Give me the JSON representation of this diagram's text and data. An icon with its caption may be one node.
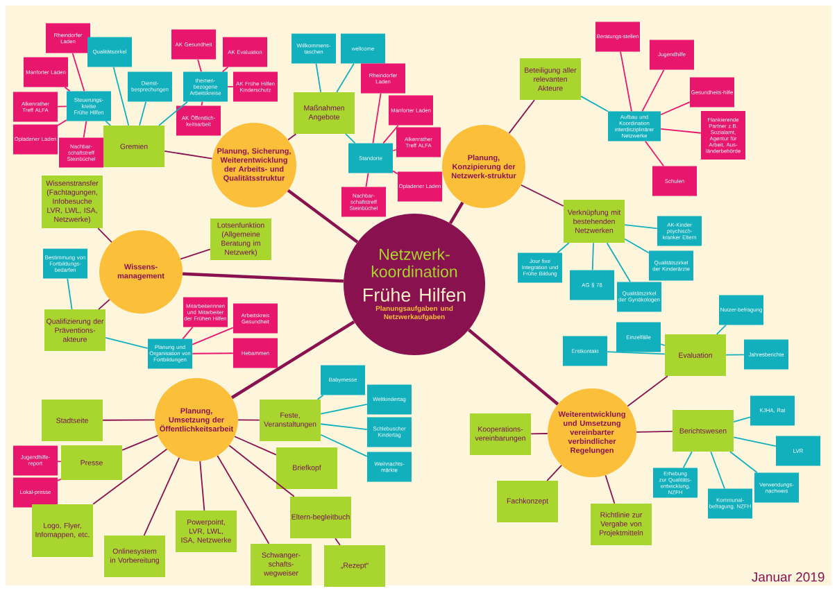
{
  "diagram": {
    "nodes": [
      {
        "text": [
          "Netzwerk-koordination",
          "Frühe Hilfen",
          "Planungsaufgaben und Netzwerkaufgaben"
        ]
      },
      {
        "text": [
          "Planung, Sicherung, Weiterentwicklung der Arbeits- und Qualitätsstruktur"
        ]
      },
      {
        "text": [
          "Gremien"
        ]
      },
      {
        "text": [
          "Steuerungs-kreise Frühe Hilfen"
        ]
      },
      {
        "text": [
          "Rheindorfer Laden"
        ]
      },
      {
        "text": [
          "Manforter Laden"
        ]
      },
      {
        "text": [
          "Alkenrather Treff ALFA"
        ]
      },
      {
        "text": [
          "Opladener Laden"
        ]
      },
      {
        "text": [
          "Nachbar-schaftstreff Steinbüchel"
        ]
      },
      {
        "text": [
          "Qualitätszirkel"
        ]
      },
      {
        "text": [
          "Dienst-besprechungen"
        ]
      },
      {
        "text": [
          "themen-bezogene Arbeitskreise"
        ]
      },
      {
        "text": [
          "AK Gesundheit"
        ]
      },
      {
        "text": [
          "AK Evaluation"
        ]
      },
      {
        "text": [
          "AK Frühe Hilfen Kinderschutz"
        ]
      },
      {
        "text": [
          "AK Öffentlich-keitsarbeit"
        ]
      },
      {
        "text": [
          "Maßnahmen Angebote"
        ]
      },
      {
        "text": [
          "Willkommens-taschen"
        ]
      },
      {
        "text": [
          "wellcome"
        ]
      },
      {
        "text": [
          "Standorte"
        ]
      },
      {
        "text": [
          "Rheindorfer Laden"
        ]
      },
      {
        "text": [
          "Manforter Laden"
        ]
      },
      {
        "text": [
          "Alkenrather Treff ALFA"
        ]
      },
      {
        "text": [
          "Opladener Laden"
        ]
      },
      {
        "text": [
          "Nachbar-schaftstreff Steinbüchel"
        ]
      },
      {
        "text": [
          "Planung, Konzipierung der Netzwerk-struktur"
        ]
      },
      {
        "text": [
          "Beteiligung aller relevanten Akteure"
        ]
      },
      {
        "text": [
          "Aufbau und Koordination interdisziplinärer Netzwerke"
        ]
      },
      {
        "text": [
          "Beratungs-stellen"
        ]
      },
      {
        "text": [
          "Jugendhilfe"
        ]
      },
      {
        "text": [
          "Gesundheits-hilfe"
        ]
      },
      {
        "text": [
          "Flankierende Partner z.B. Sozialamt, Agentur für Arbeit, Aus-länderbehörde"
        ]
      },
      {
        "text": [
          "Schulen"
        ]
      },
      {
        "text": [
          "Verknüpfung mit bestehenden Netzwerken"
        ]
      },
      {
        "text": [
          "AK-Kinder psychisch-kranker Eltern"
        ]
      },
      {
        "text": [
          "Qualitätszirkel der Kinderärzte"
        ]
      },
      {
        "text": [
          "Qualitätszirkel der Gynäkologen"
        ]
      },
      {
        "text": [
          "AG § 78"
        ]
      },
      {
        "text": [
          "Jour fixe Integration und Frühe Bildung"
        ]
      },
      {
        "text": [
          "Wissens-management"
        ]
      },
      {
        "text": [
          "Wissenstransfer (Fachtagungen, Infobesuche LVR, LWL, ISA, Netzwerke)"
        ]
      },
      {
        "text": [
          "Lotsenfunktion (Allgemeine Beratung im Netzwerk)"
        ]
      },
      {
        "text": [
          "Qualifizierung der Präventions-akteure"
        ]
      },
      {
        "text": [
          "Bestimmung von Fortbildungs-bedarfen"
        ]
      },
      {
        "text": [
          "Planung und Organisation von Fortbildungen"
        ]
      },
      {
        "text": [
          "Mitarbeiterinnen und Mitarbeiter der Frühen Hilfen"
        ]
      },
      {
        "text": [
          "Arbeitskreis Gesundheit"
        ]
      },
      {
        "text": [
          "Hebammen"
        ]
      },
      {
        "text": [
          "Planung, Umsetzung der Öffentlichkeitsarbeit"
        ]
      },
      {
        "text": [
          "Stadtseite"
        ]
      },
      {
        "text": [
          "Feste, Veranstaltungen"
        ]
      },
      {
        "text": [
          "Babymesse"
        ]
      },
      {
        "text": [
          "Weltkindertag"
        ]
      },
      {
        "text": [
          "Schlebuscher Kindertag"
        ]
      },
      {
        "text": [
          "Weihnachts-märkte"
        ]
      },
      {
        "text": [
          "Presse"
        ]
      },
      {
        "text": [
          "Jugendhilfe-report"
        ]
      },
      {
        "text": [
          "Lokal-presse"
        ]
      },
      {
        "text": [
          "Logo, Flyer, Infomappen, etc."
        ]
      },
      {
        "text": [
          "Onlinesystem in Vorbereitung"
        ]
      },
      {
        "text": [
          "Powerpoint, LVR, LWL, ISA, Netzwerke"
        ]
      },
      {
        "text": [
          "Schwanger-schafts-wegweiser"
        ]
      },
      {
        "text": [
          "Briefkopf"
        ]
      },
      {
        "text": [
          "Eltern-begleitbuch"
        ]
      },
      {
        "text": [
          "„Rezept“"
        ]
      },
      {
        "text": [
          "Weiterentwicklung und Umsetzung vereinbarter verbindlicher Regelungen"
        ]
      },
      {
        "text": [
          "Evaluation"
        ]
      },
      {
        "text": [
          "Erstkontakt"
        ]
      },
      {
        "text": [
          "Einzelfälle"
        ]
      },
      {
        "text": [
          "Nutzer-befragung"
        ]
      },
      {
        "text": [
          "Jahresberichte"
        ]
      },
      {
        "text": [
          "Kooperations-vereinbarungen"
        ]
      },
      {
        "text": [
          "Fachkonzept"
        ]
      },
      {
        "text": [
          "Richtlinie zur Vergabe von Projektmitteln"
        ]
      },
      {
        "text": [
          "Berichtswesen"
        ]
      },
      {
        "text": [
          "KJHA, Rat"
        ]
      },
      {
        "text": [
          "LVR"
        ]
      },
      {
        "text": [
          "Verwendungs-nachweis"
        ]
      },
      {
        "text": [
          "Kommunal-befragung, NZFH"
        ]
      },
      {
        "text": [
          "Erhebung zur Qualitäts-entwicklung, NZFH"
        ]
      }
    ],
    "edges": [
      {
        "from": 0,
        "to": 1,
        "arrow": "none",
        "style": "thick",
        "color": "#8a1150"
      },
      {
        "from": 0,
        "to": 25,
        "arrow": "none",
        "style": "thick",
        "color": "#8a1150"
      },
      {
        "from": 0,
        "to": 39,
        "arrow": "none",
        "style": "thick",
        "color": "#8a1150"
      },
      {
        "from": 0,
        "to": 48,
        "arrow": "none",
        "style": "thick",
        "color": "#8a1150"
      },
      {
        "from": 0,
        "to": 65,
        "arrow": "none",
        "style": "thick",
        "color": "#8a1150"
      },
      {
        "from": 1,
        "to": 2,
        "arrow": "none",
        "color": "#8a1150"
      },
      {
        "from": 1,
        "to": 16,
        "arrow": "none",
        "color": "#8a1150"
      },
      {
        "from": 2,
        "to": 3,
        "arrow": "none"
      },
      {
        "from": 2,
        "to": 9,
        "arrow": "none"
      },
      {
        "from": 2,
        "to": 10,
        "arrow": "none"
      },
      {
        "from": 2,
        "to": 11,
        "arrow": "none"
      },
      {
        "from": 3,
        "to": 4,
        "arrow": "none",
        "color": "#e8166c"
      },
      {
        "from": 3,
        "to": 5,
        "arrow": "none",
        "color": "#e8166c"
      },
      {
        "from": 3,
        "to": 6,
        "arrow": "none",
        "color": "#e8166c"
      },
      {
        "from": 3,
        "to": 7,
        "arrow": "none",
        "color": "#e8166c"
      },
      {
        "from": 3,
        "to": 8,
        "arrow": "none",
        "color": "#e8166c"
      },
      {
        "from": 11,
        "to": 12,
        "arrow": "none",
        "color": "#e8166c"
      },
      {
        "from": 11,
        "to": 13,
        "arrow": "none",
        "color": "#e8166c"
      },
      {
        "from": 11,
        "to": 14,
        "arrow": "none",
        "color": "#e8166c"
      },
      {
        "from": 11,
        "to": 15,
        "arrow": "none",
        "color": "#e8166c"
      },
      {
        "from": 16,
        "to": 17,
        "arrow": "none"
      },
      {
        "from": 16,
        "to": 18,
        "arrow": "none"
      },
      {
        "from": 16,
        "to": 19,
        "arrow": "none"
      },
      {
        "from": 19,
        "to": 20,
        "arrow": "none",
        "color": "#e8166c"
      },
      {
        "from": 19,
        "to": 21,
        "arrow": "none",
        "color": "#e8166c"
      },
      {
        "from": 19,
        "to": 22,
        "arrow": "none",
        "color": "#e8166c"
      },
      {
        "from": 19,
        "to": 23,
        "arrow": "none",
        "color": "#e8166c"
      },
      {
        "from": 19,
        "to": 24,
        "arrow": "none",
        "color": "#e8166c"
      },
      {
        "from": 25,
        "to": 26,
        "arrow": "none",
        "color": "#8a1150"
      },
      {
        "from": 25,
        "to": 33,
        "arrow": "none",
        "color": "#8a1150"
      },
      {
        "from": 26,
        "to": 27,
        "arrow": "none"
      },
      {
        "from": 27,
        "to": 28,
        "arrow": "none",
        "color": "#e8166c"
      },
      {
        "from": 27,
        "to": 29,
        "arrow": "none",
        "color": "#e8166c"
      },
      {
        "from": 27,
        "to": 30,
        "arrow": "none",
        "color": "#e8166c"
      },
      {
        "from": 27,
        "to": 31,
        "arrow": "none",
        "color": "#e8166c"
      },
      {
        "from": 27,
        "to": 32,
        "arrow": "none",
        "color": "#e8166c"
      },
      {
        "from": 33,
        "to": 34,
        "arrow": "none"
      },
      {
        "from": 33,
        "to": 35,
        "arrow": "none"
      },
      {
        "from": 33,
        "to": 36,
        "arrow": "none"
      },
      {
        "from": 33,
        "to": 37,
        "arrow": "none"
      },
      {
        "from": 33,
        "to": 38,
        "arrow": "none"
      },
      {
        "from": 39,
        "to": 40,
        "arrow": "none",
        "color": "#8a1150"
      },
      {
        "from": 39,
        "to": 41,
        "arrow": "none",
        "color": "#8a1150"
      },
      {
        "from": 39,
        "to": 42,
        "arrow": "none",
        "color": "#8a1150"
      },
      {
        "from": 42,
        "to": 43,
        "arrow": "none"
      },
      {
        "from": 42,
        "to": 44,
        "arrow": "none"
      },
      {
        "from": 44,
        "to": 45,
        "arrow": "none",
        "color": "#e8166c"
      },
      {
        "from": 44,
        "to": 46,
        "arrow": "none",
        "color": "#e8166c"
      },
      {
        "from": 44,
        "to": 47,
        "arrow": "none",
        "color": "#e8166c"
      },
      {
        "from": 48,
        "to": 49,
        "arrow": "none",
        "color": "#8a1150"
      },
      {
        "from": 48,
        "to": 50,
        "arrow": "none",
        "color": "#8a1150"
      },
      {
        "from": 48,
        "to": 55,
        "arrow": "none",
        "color": "#8a1150"
      },
      {
        "from": 48,
        "to": 58,
        "arrow": "none",
        "color": "#8a1150"
      },
      {
        "from": 48,
        "to": 59,
        "arrow": "none",
        "color": "#8a1150"
      },
      {
        "from": 48,
        "to": 60,
        "arrow": "none",
        "color": "#8a1150"
      },
      {
        "from": 48,
        "to": 61,
        "arrow": "none",
        "color": "#8a1150"
      },
      {
        "from": 48,
        "to": 62,
        "arrow": "none",
        "color": "#8a1150"
      },
      {
        "from": 48,
        "to": 63,
        "arrow": "none",
        "color": "#8a1150"
      },
      {
        "from": 63,
        "to": 64,
        "arrow": "none",
        "color": "#8a1150"
      },
      {
        "from": 50,
        "to": 51,
        "arrow": "none"
      },
      {
        "from": 50,
        "to": 52,
        "arrow": "none"
      },
      {
        "from": 50,
        "to": 53,
        "arrow": "none"
      },
      {
        "from": 50,
        "to": 54,
        "arrow": "none"
      },
      {
        "from": 55,
        "to": 56,
        "arrow": "none",
        "color": "#e8166c"
      },
      {
        "from": 55,
        "to": 57,
        "arrow": "none",
        "color": "#e8166c"
      },
      {
        "from": 65,
        "to": 66,
        "arrow": "none",
        "color": "#8a1150"
      },
      {
        "from": 65,
        "to": 71,
        "arrow": "none",
        "color": "#8a1150"
      },
      {
        "from": 65,
        "to": 72,
        "arrow": "none",
        "color": "#8a1150"
      },
      {
        "from": 65,
        "to": 73,
        "arrow": "none",
        "color": "#8a1150"
      },
      {
        "from": 65,
        "to": 74,
        "arrow": "none",
        "color": "#8a1150"
      },
      {
        "from": 66,
        "to": 67,
        "arrow": "none"
      },
      {
        "from": 66,
        "to": 68,
        "arrow": "none"
      },
      {
        "from": 66,
        "to": 69,
        "arrow": "none"
      },
      {
        "from": 66,
        "to": 70,
        "arrow": "none"
      },
      {
        "from": 74,
        "to": 75,
        "arrow": "none"
      },
      {
        "from": 74,
        "to": 76,
        "arrow": "none"
      },
      {
        "from": 74,
        "to": 77,
        "arrow": "none"
      },
      {
        "from": 74,
        "to": 78,
        "arrow": "none"
      },
      {
        "from": 74,
        "to": 79,
        "arrow": "none"
      }
    ],
    "labels": [
      "Januar 2019"
    ]
  }
}
